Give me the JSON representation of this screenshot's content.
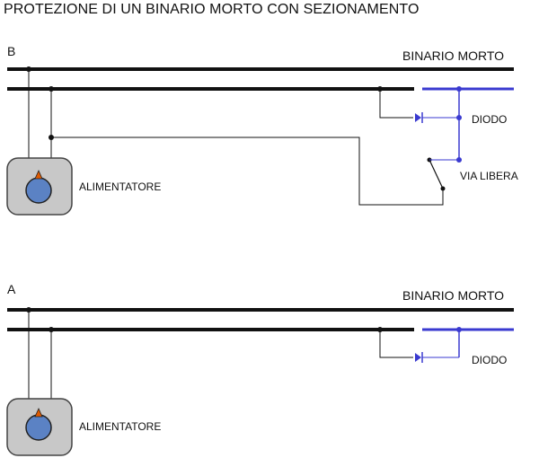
{
  "title": "PROTEZIONE DI UN BINARIO MORTO CON SEZIONAMENTO",
  "diagram_b": {
    "label": "B",
    "track_label": "BINARIO MORTO",
    "diode_label": "DIODO",
    "switch_label": "VIA LIBERA",
    "supply_label": "ALIMENTATORE"
  },
  "diagram_a": {
    "label": "A",
    "track_label": "BINARIO MORTO",
    "diode_label": "DIODO",
    "supply_label": "ALIMENTATORE"
  },
  "colors": {
    "wire": "#111111",
    "isolated_section": "#3a3ad0",
    "supply_box": "#c8c8c8",
    "knob": "#5b82c4",
    "knob_pointer": "#e05a00"
  }
}
